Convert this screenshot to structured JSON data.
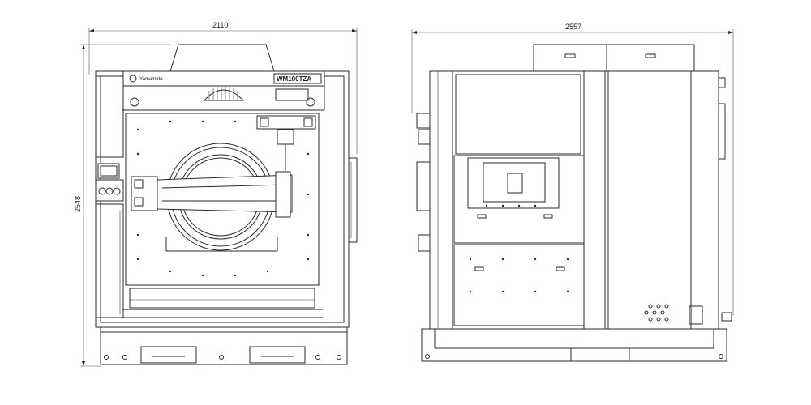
{
  "dimensions": {
    "front_width": "2110",
    "height": "2548",
    "side_depth": "2557"
  },
  "front_panel": {
    "brand_label": "Yamamoto",
    "model_label": "WM100TZA"
  },
  "colors": {
    "line": "#2a2a2a",
    "background": "#ffffff"
  }
}
